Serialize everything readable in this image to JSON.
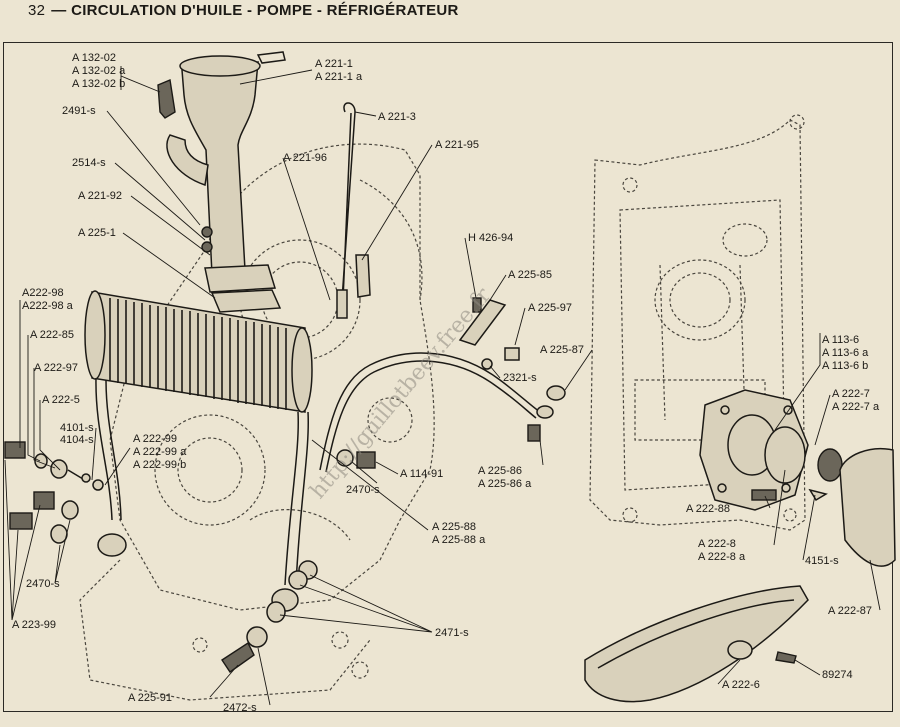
{
  "header": {
    "page_number": "32",
    "title": "— CIRCULATION D'HUILE - POMPE - RÉFRIGÉRATEUR"
  },
  "watermark": "http://guillotbeev.free.fr",
  "colors": {
    "paper": "#ece5d2",
    "ink": "#1c1a16",
    "phantom": "#4a463e"
  },
  "labels": {
    "a132_02": "A 132-02",
    "a132_02a": "A 132-02 a",
    "a132_02b": "A 132-02 b",
    "n2491s": "2491-s",
    "n2514s": "2514-s",
    "a221_92": "A 221-92",
    "a225_1": "A 225-1",
    "a221_1": "A 221-1",
    "a221_1a": "A 221-1 a",
    "a221_3": "A 221-3",
    "a221_95": "A 221-95",
    "a221_96": "A 221-96",
    "h426_94": "H 426-94",
    "a225_85": "A 225-85",
    "a225_97": "A 225-97",
    "a225_87": "A 225-87",
    "n2321s": "2321-s",
    "a222_98": "A222-98",
    "a222_98a": "A222-98 a",
    "a222_85": "A 222-85",
    "a222_97": "A 222-97",
    "a222_5": "A 222-5",
    "n4101s": "4101-s",
    "n4104s": "4104-s",
    "a222_99": "A 222-99",
    "a222_99a": "A 222-99 a",
    "a222_99b": "A 222-99 b",
    "a114_91": "A 114-91",
    "n2470s_mid": "2470-s",
    "a225_86": "A 225-86",
    "a225_86a": "A 225-86 a",
    "a225_88": "A 225-88",
    "a225_88a": "A 225-88 a",
    "n2470s_left": "2470-s",
    "a223_99": "A 223-99",
    "n2471s": "2471-s",
    "a225_91": "A 225-91",
    "n2472s": "2472-s",
    "a113_6": "A 113-6",
    "a113_6a": "A 113-6 a",
    "a113_6b": "A 113-6 b",
    "a222_7": "A 222-7",
    "a222_7a": "A 222-7 a",
    "a222_88": "A 222-88",
    "a222_8": "A 222-8",
    "a222_8a": "A 222-8 a",
    "n4151s": "4151-s",
    "a222_87": "A 222-87",
    "a222_6": "A 222-6",
    "n89274": "89274"
  }
}
